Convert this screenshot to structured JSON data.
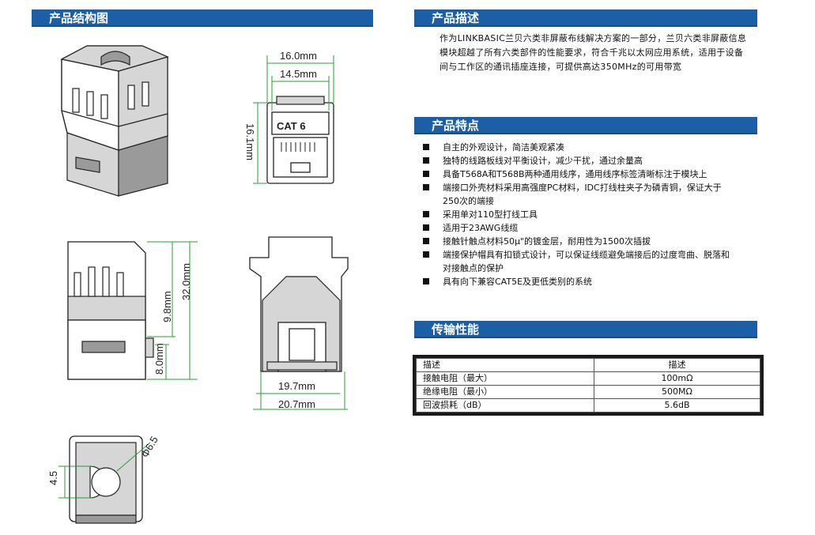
{
  "sections": {
    "structure_title": "产品结构图",
    "desc_title": "产品描述",
    "features_title": "产品特点",
    "perf_title": "传输性能"
  },
  "description": "作为LINKBASIC兰贝六类非屏蔽布线解决方案的一部分，兰贝六类非屏蔽信息模块超越了所有六类部件的性能要求，符合千兆以太网应用系统，适用于设备间与工作区的通讯插座连接，可提供高达350MHz的可用带宽",
  "features": [
    "自主的外观设计，简洁美观紧凑",
    "独特的线路板线对平衡设计，减少干扰，通过余量高",
    "具备T568A和T568B两种通用线序，通用线序标签清晰标注于模块上",
    "端接口外壳材料采用高强度PC材料，IDC打线柱夹子为磷青铜，保证大于250次的端接",
    "采用单对110型打线工具",
    "适用于23AWG线缆",
    "接触针触点材料50μ\"的镀金层，耐用性为1500次插拔",
    "端接保护帽具有扣锁式设计，可以保证线缆避免端接后的过度弯曲、脱落和对接触点的保护",
    "具有向下兼容CAT5E及更低类别的系统"
  ],
  "spec_table": {
    "headers": [
      "描述",
      "描述"
    ],
    "rows": [
      [
        "接触电阻（最大）",
        "100mΩ"
      ],
      [
        "绝缘电阻（最小）",
        "500MΩ"
      ],
      [
        "回波损耗（dB）",
        "5.6dB"
      ]
    ]
  },
  "dimensions": {
    "front_width_outer": "16.0mm",
    "front_width_inner": "14.5mm",
    "front_height": "16.1mm",
    "jack_label": "CAT 6",
    "side_height_total": "32.0mm",
    "side_height_upper": "9.8mm",
    "side_height_lower": "8.0mm",
    "rear_width_inner": "19.7mm",
    "rear_width_outer": "20.7mm",
    "bottom_diameter": "Φ6.5",
    "bottom_height": "4.5"
  }
}
